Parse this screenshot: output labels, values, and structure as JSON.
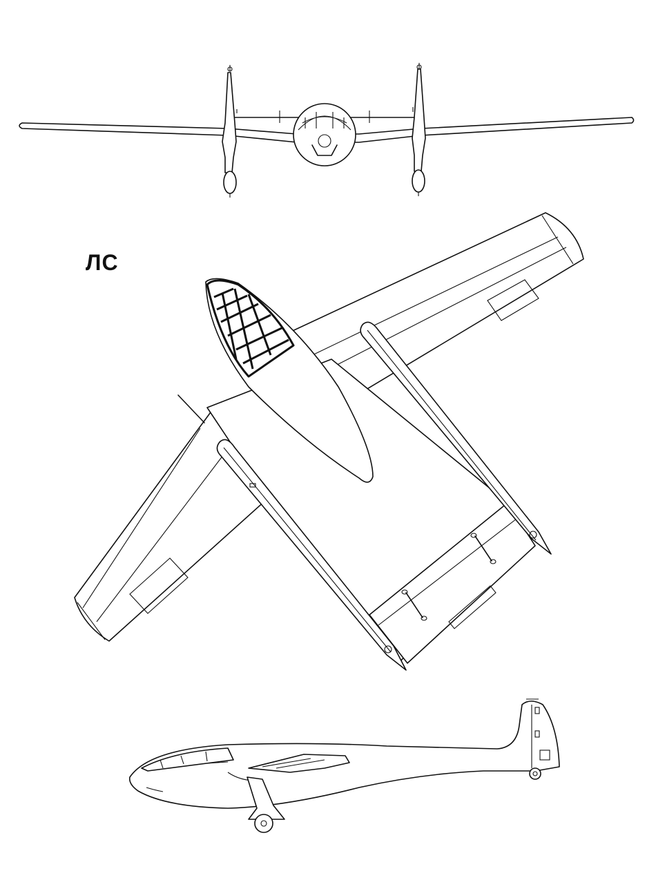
{
  "drawing": {
    "label": "ЛС",
    "views": [
      "front-view",
      "top-view",
      "side-view"
    ],
    "line_color": "#111111",
    "background": "#ffffff"
  }
}
